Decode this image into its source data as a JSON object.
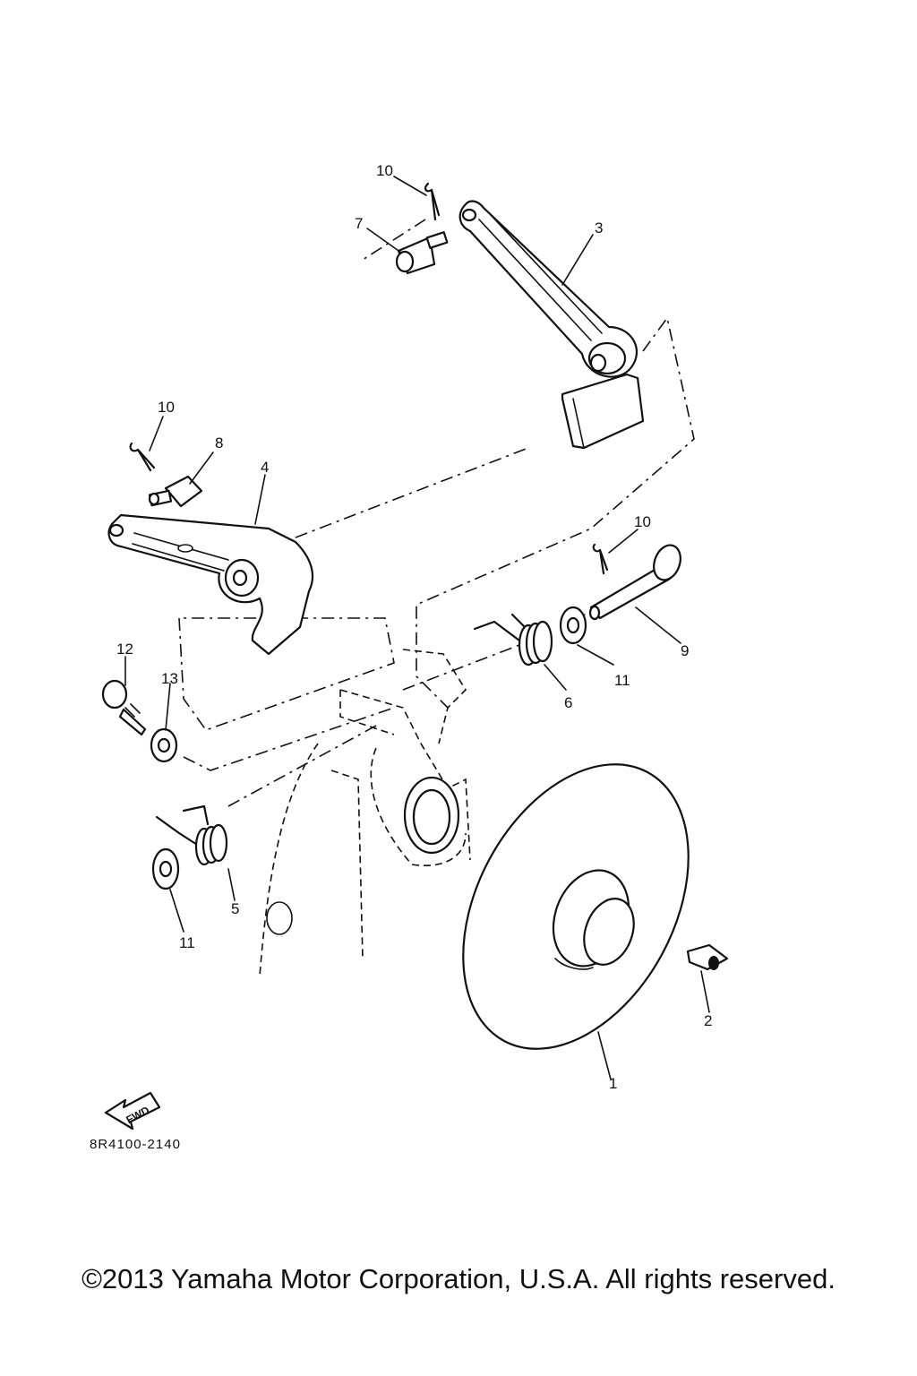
{
  "callouts": {
    "c1": "1",
    "c2": "2",
    "c3": "3",
    "c4": "4",
    "c5": "5",
    "c6": "6",
    "c7": "7",
    "c8": "8",
    "c9": "9",
    "c10a": "10",
    "c10b": "10",
    "c10c": "10",
    "c11a": "11",
    "c11b": "11",
    "c12": "12",
    "c13": "13"
  },
  "direction_marker": {
    "label": "FWD",
    "icon": "fwd-arrow-icon"
  },
  "diagram_ref": "8R4100-2140",
  "copyright": "©2013 Yamaha Motor Corporation, U.S.A. All rights reserved."
}
